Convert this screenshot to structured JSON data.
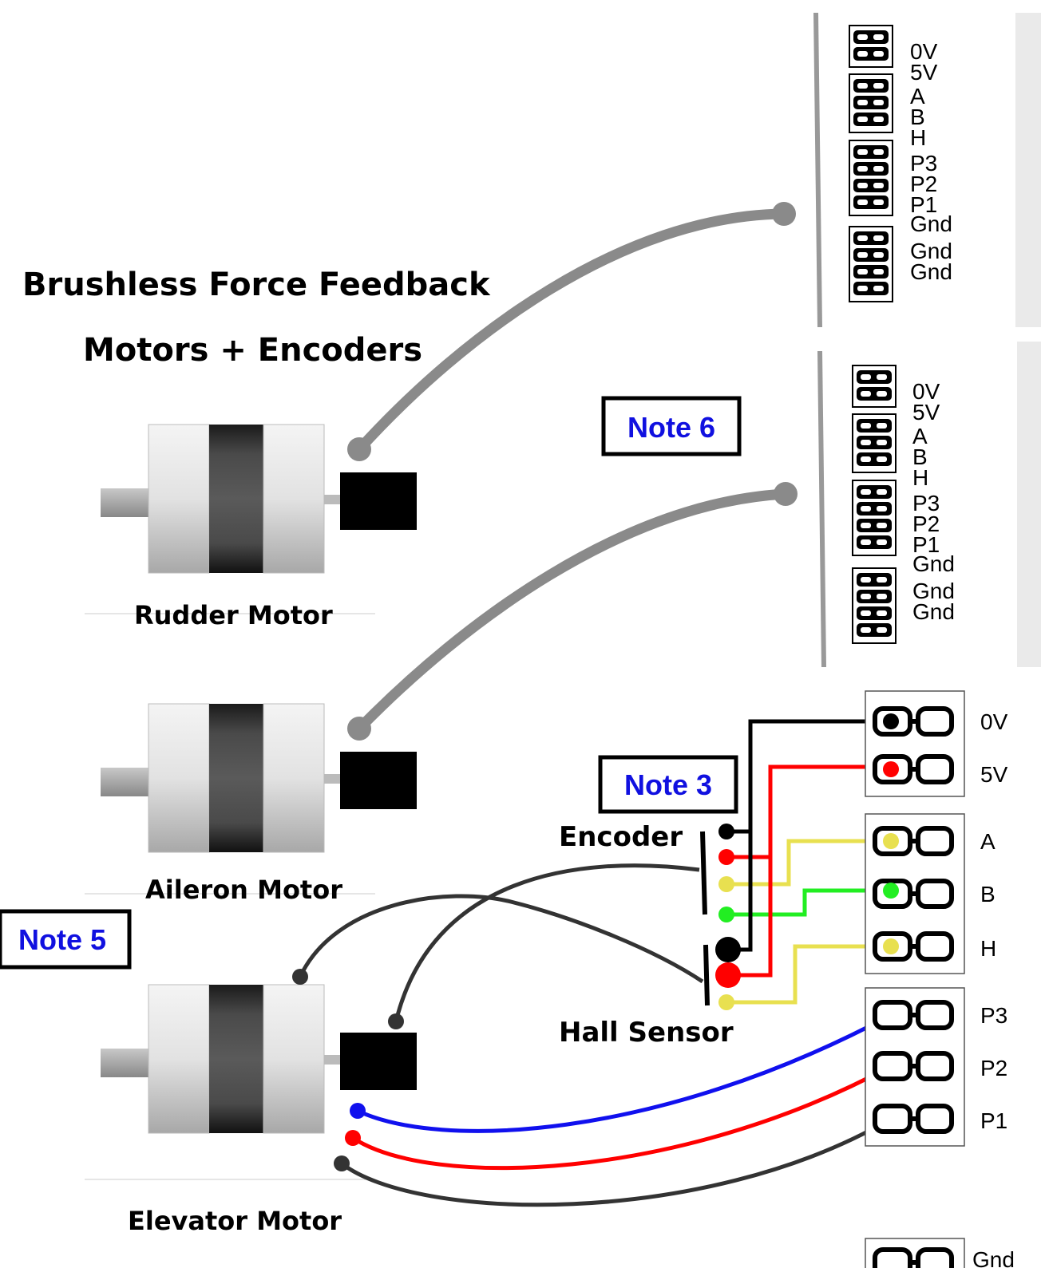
{
  "title_line1": "Brushless Force Feedback",
  "title_line2": "Motors + Encoders",
  "motors": [
    {
      "label": "Rudder Motor"
    },
    {
      "label": "Aileron Motor"
    },
    {
      "label": "Elevator Motor"
    }
  ],
  "notes": [
    "Note 6",
    "Note 3",
    "Note 5"
  ],
  "labels": {
    "encoder": "Encoder",
    "hall_sensor": "Hall Sensor"
  },
  "header_pins_small": [
    "0V",
    "5V",
    "A",
    "B",
    "H",
    "P3",
    "P2",
    "P1",
    "Gnd",
    "Gnd",
    "Gnd"
  ],
  "header_pins_large": [
    "0V",
    "5V",
    "A",
    "B",
    "H",
    "P3",
    "P2",
    "P1",
    "Gnd"
  ],
  "wire_colors": {
    "zero_v": "#000000",
    "five_v": "#ff0000",
    "a": "#e8e050",
    "b": "#22ee22",
    "h": "#e8e050",
    "p3": "#1010ee",
    "p2": "#ff0000",
    "p1": "#333333",
    "cable": "#8a8a8a",
    "sensor_cable": "#333333"
  }
}
